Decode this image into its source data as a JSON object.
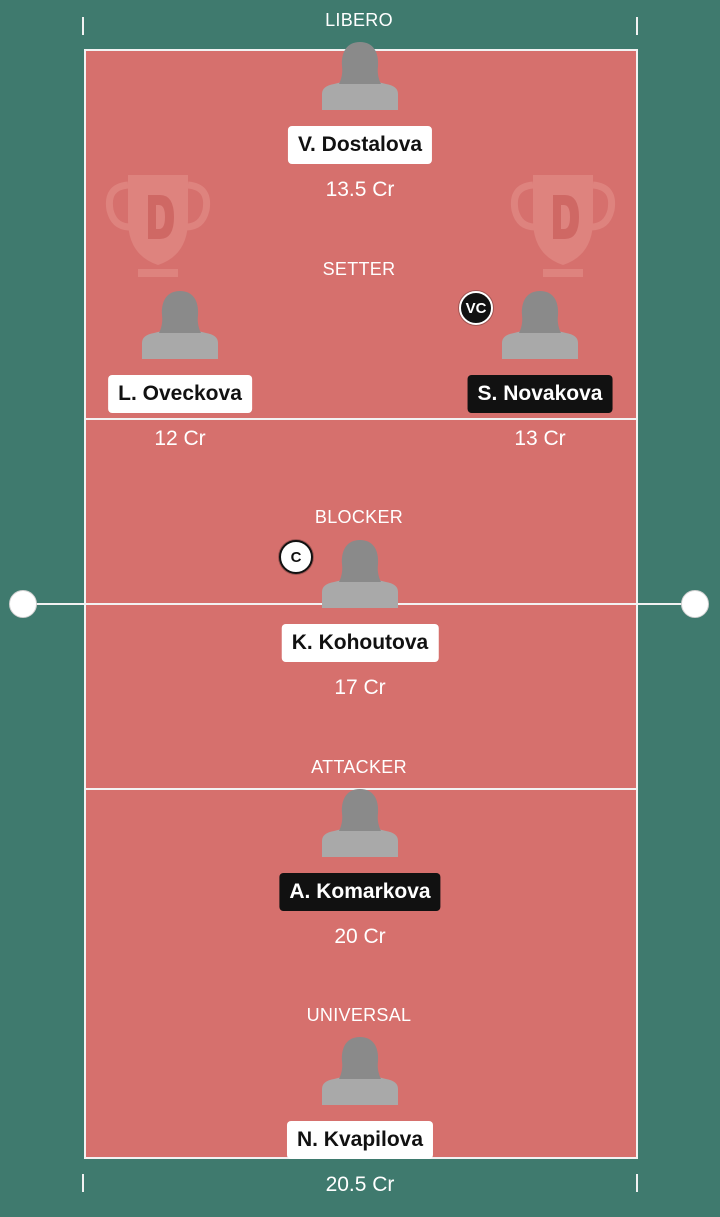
{
  "colors": {
    "field": "#3f7a6e",
    "court": "#d6706d",
    "line": "#f2f2f2"
  },
  "roles": {
    "libero": "LIBERO",
    "setter": "SETTER",
    "blocker": "BLOCKER",
    "attacker": "ATTACKER",
    "universal": "UNIVERSAL"
  },
  "players": [
    {
      "name": "V. Dostalova",
      "credits": "13.5 Cr",
      "role": "libero"
    },
    {
      "name": "L. Oveckova",
      "credits": "12 Cr",
      "role": "setter"
    },
    {
      "name": "S. Novakova",
      "credits": "13 Cr",
      "role": "setter",
      "badge": "VC"
    },
    {
      "name": "K. Kohoutova",
      "credits": "17 Cr",
      "role": "blocker",
      "badge": "C"
    },
    {
      "name": "A. Komarkova",
      "credits": "20 Cr",
      "role": "attacker"
    },
    {
      "name": "N. Kvapilova",
      "credits": "20.5 Cr",
      "role": "universal"
    }
  ],
  "icons": {
    "avatar": "player-silhouette-icon",
    "logo": "trophy-logo-icon"
  }
}
